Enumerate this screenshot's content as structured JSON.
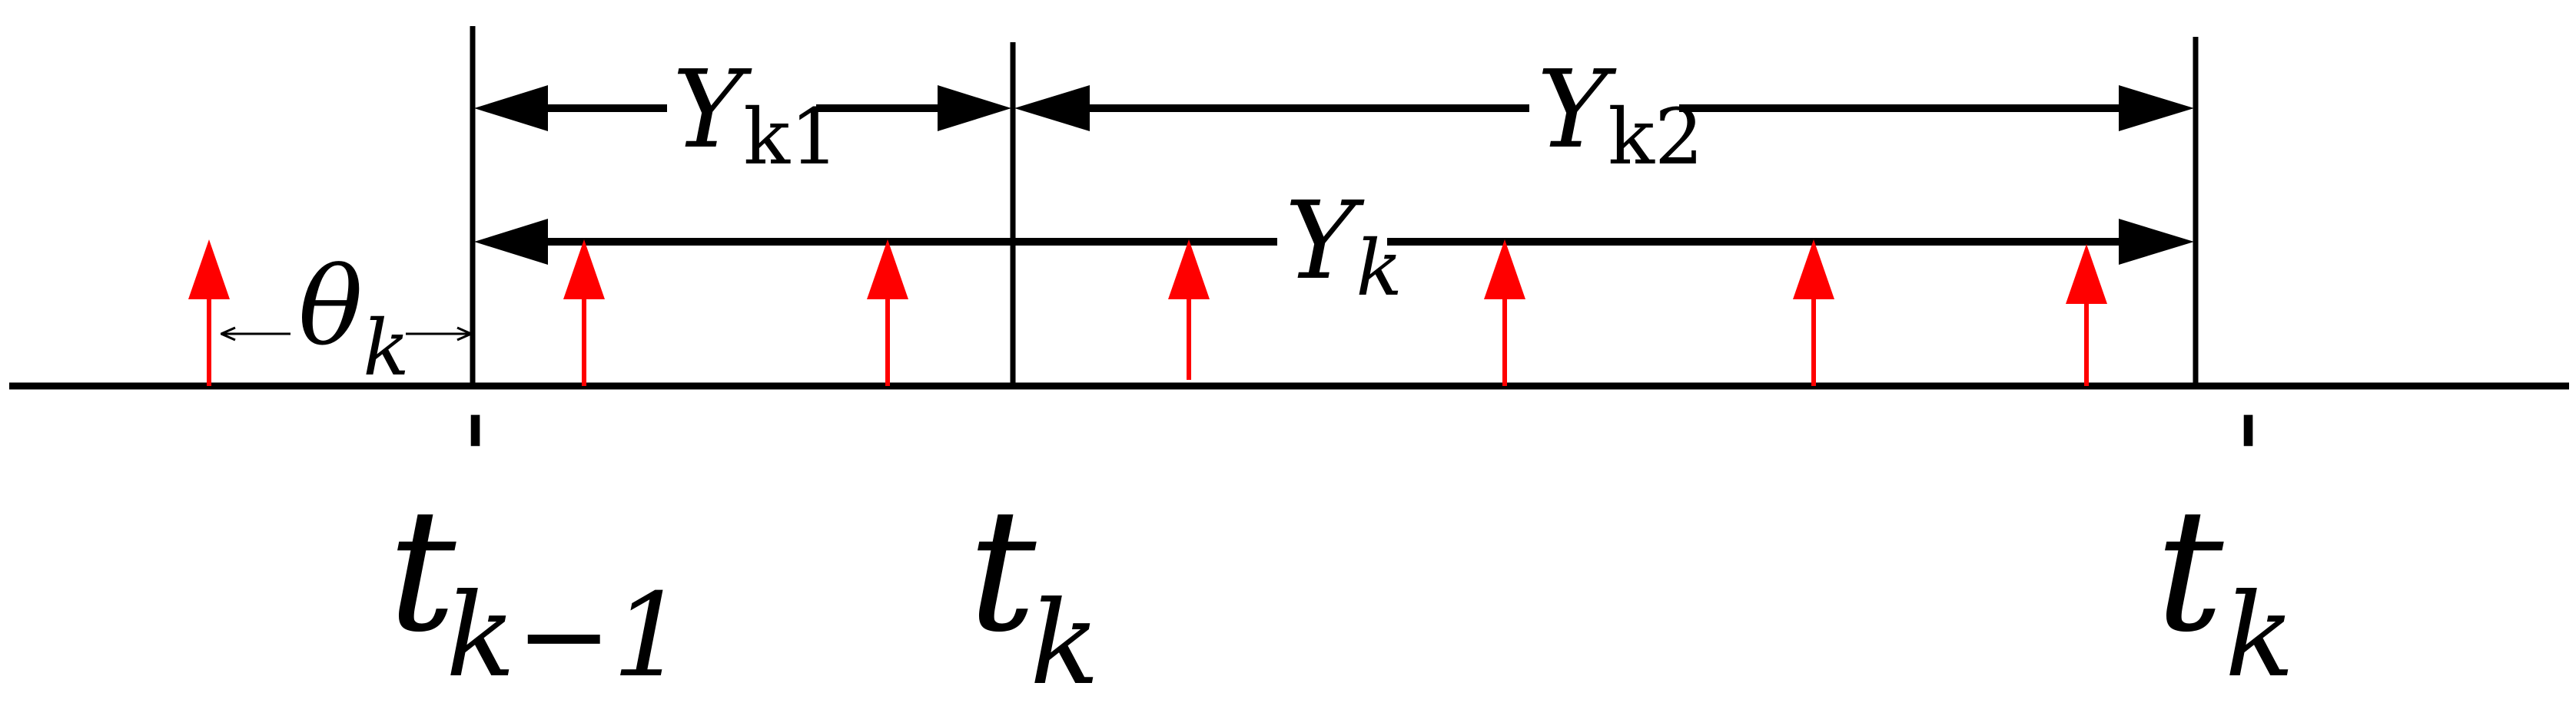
{
  "diagram": {
    "colors": {
      "line": "#000000",
      "event_arrow": "#ff0000"
    },
    "intervals": {
      "y_k1": {
        "main": "Y",
        "sub": "k1"
      },
      "y_k2": {
        "main": "Y",
        "sub": "k2"
      },
      "y_k": {
        "main": "Y",
        "sub": "k"
      },
      "theta_k": {
        "main": "θ",
        "sub": "k"
      }
    },
    "time_labels": {
      "t_prime_k_minus_1": {
        "main": "t",
        "prime": "'",
        "sub": "k−1"
      },
      "t_k": {
        "main": "t",
        "sub": "k"
      },
      "t_prime_k": {
        "main": "t",
        "prime": "'",
        "sub": "k"
      }
    },
    "event_arrow_count": 7
  }
}
